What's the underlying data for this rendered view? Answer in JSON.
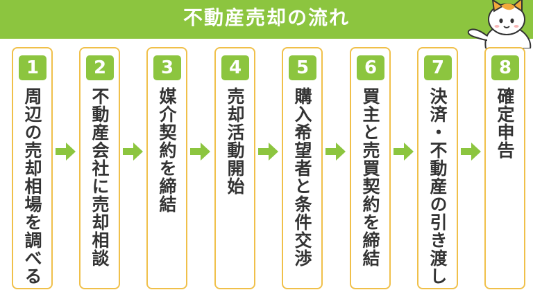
{
  "title": "不動産売却の流れ",
  "colors": {
    "green": "#8cc53f",
    "border": "#f0c04a",
    "text": "#333333"
  },
  "icons": {
    "mascot": "cat-mascot-icon",
    "arrow": "arrow-right-icon"
  },
  "steps": [
    {
      "number": "1",
      "label": "周辺の売却相場を調べる"
    },
    {
      "number": "2",
      "label": "不動産会社に売却相談"
    },
    {
      "number": "3",
      "label": "媒介契約を締結"
    },
    {
      "number": "4",
      "label": "売却活動開始"
    },
    {
      "number": "5",
      "label": "購入希望者と条件交渉"
    },
    {
      "number": "6",
      "label": "買主と売買契約を締結"
    },
    {
      "number": "7",
      "label": "決済・不動産の引き渡し"
    },
    {
      "number": "8",
      "label": "確定申告"
    }
  ]
}
